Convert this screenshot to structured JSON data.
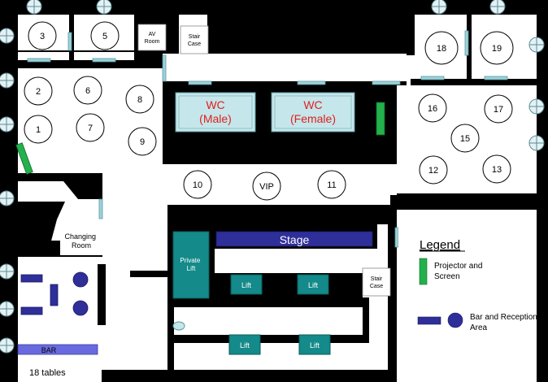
{
  "tables": [
    {
      "id": "t1",
      "label": "1"
    },
    {
      "id": "t2",
      "label": "2"
    },
    {
      "id": "t3",
      "label": "3"
    },
    {
      "id": "t5",
      "label": "5"
    },
    {
      "id": "t6",
      "label": "6"
    },
    {
      "id": "t7",
      "label": "7"
    },
    {
      "id": "t8",
      "label": "8"
    },
    {
      "id": "t9",
      "label": "9"
    },
    {
      "id": "t10",
      "label": "10"
    },
    {
      "id": "tvip",
      "label": "VIP"
    },
    {
      "id": "t11",
      "label": "11"
    },
    {
      "id": "t12",
      "label": "12"
    },
    {
      "id": "t13",
      "label": "13"
    },
    {
      "id": "t15",
      "label": "15"
    },
    {
      "id": "t16",
      "label": "16"
    },
    {
      "id": "t17",
      "label": "17"
    },
    {
      "id": "t18",
      "label": "18"
    },
    {
      "id": "t19",
      "label": "19"
    }
  ],
  "rooms": {
    "av_room": "AV Room",
    "stair_case": "Stair Case",
    "wc_male": "WC (Male)",
    "wc_female": "WC (Female)",
    "changing_room": "Changing Room",
    "private_lift": "Private Lift",
    "stage": "Stage",
    "lift": "Lift",
    "bar": "BAR"
  },
  "legend": {
    "title": "Legend",
    "projector": "Projector and Screen",
    "bar_reception": "Bar and Reception Area"
  },
  "footer": "18 tables",
  "colors": {
    "wall": "#000000",
    "wc_fill": "#c5e6ea",
    "wc_text": "#e02020",
    "stage": "#2f2f9a",
    "lift": "#148a8a",
    "projector": "#22b14c",
    "bar": "#4a4ac8",
    "bar_strip": "#6a6ae0",
    "door": "#9ed1d8",
    "window": "#e4f1f4"
  }
}
